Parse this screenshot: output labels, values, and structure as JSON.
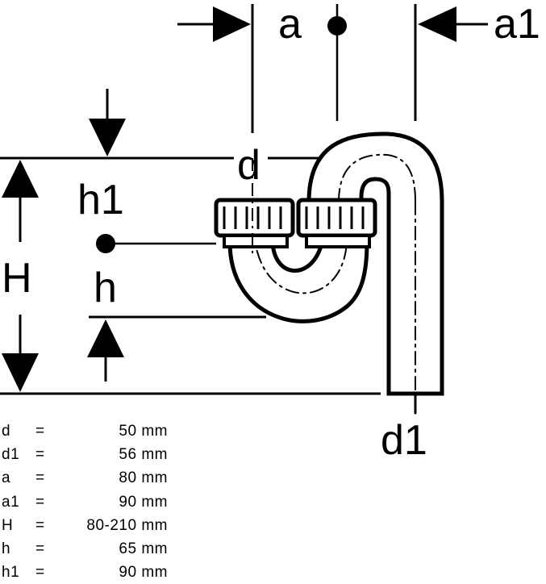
{
  "labels": {
    "a": "a",
    "a1": "a1",
    "d": "d",
    "d1": "d1",
    "h1": "h1",
    "h": "h",
    "H": "H"
  },
  "dimensions": [
    {
      "symbol": "d",
      "eq": "=",
      "value": "50 mm"
    },
    {
      "symbol": "d1",
      "eq": "=",
      "value": "56 mm"
    },
    {
      "symbol": "a",
      "eq": "=",
      "value": "80 mm"
    },
    {
      "symbol": "a1",
      "eq": "=",
      "value": "90 mm"
    },
    {
      "symbol": "H",
      "eq": "=",
      "value": "80-210 mm"
    },
    {
      "symbol": "h",
      "eq": "=",
      "value": "65 mm"
    },
    {
      "symbol": "h1",
      "eq": "=",
      "value": "90 mm"
    }
  ],
  "colors": {
    "ink": "#000000",
    "paper": "#ffffff"
  }
}
